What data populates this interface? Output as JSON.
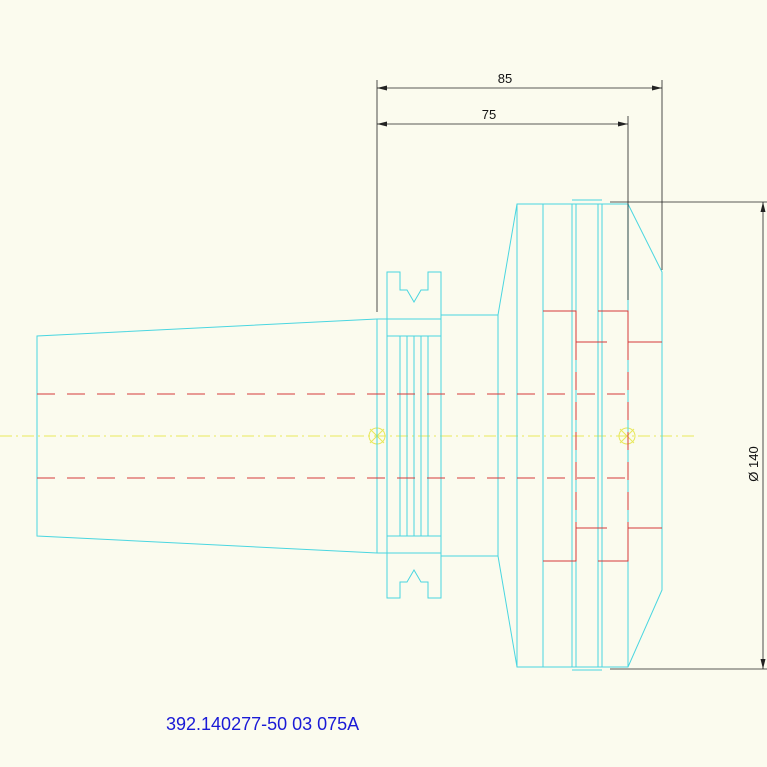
{
  "dimensions": {
    "length_outer": "85",
    "length_inner": "75",
    "diameter": "Ø 140"
  },
  "part_number": "392.140277-50 03 075A",
  "colors": {
    "background": "#fbfbee",
    "outline": "#4ad6e0",
    "hidden_lines": "#d63a3a",
    "center_line": "#e8e85a",
    "dimension": "#222222",
    "part_number": "#1a1ad6"
  }
}
